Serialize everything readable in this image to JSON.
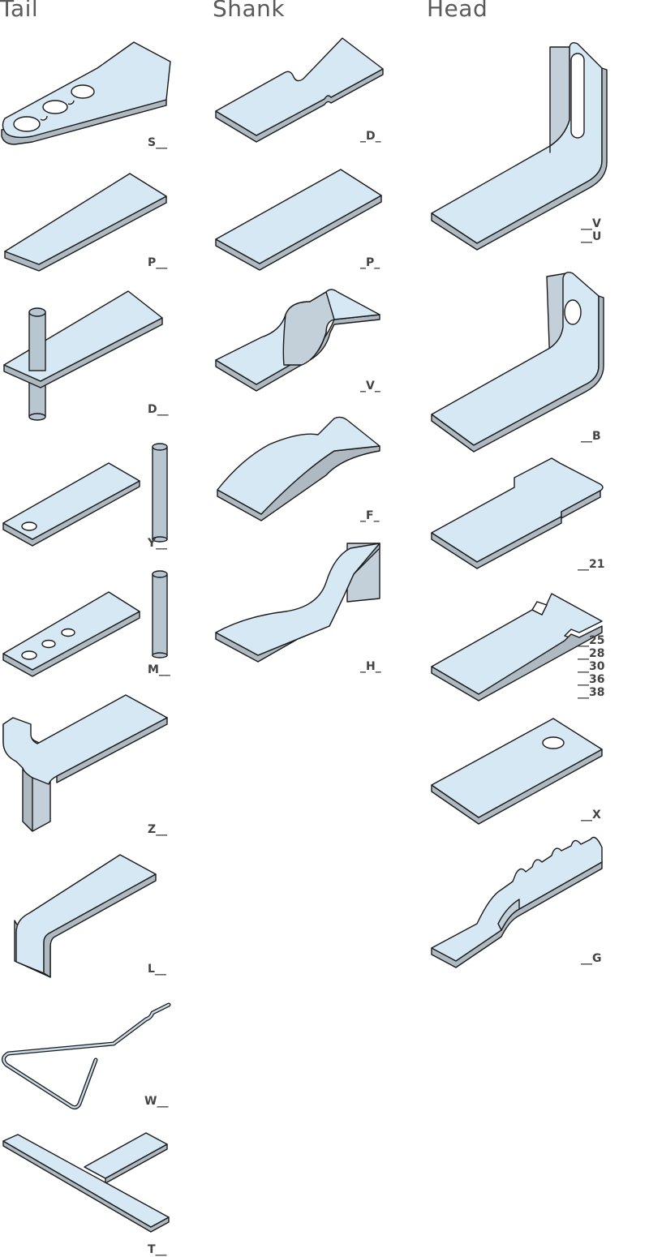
{
  "columns": {
    "tail": "Tail",
    "shank": "Shank",
    "head": "Head"
  },
  "tail_codes": [
    "S__",
    "P__",
    "D__",
    "Y__",
    "M__",
    "Z__",
    "L__",
    "W__",
    "T__"
  ],
  "shank_codes": [
    "_D_",
    "_P_",
    "_V_",
    "_F_",
    "_H_"
  ],
  "head_codes": {
    "vu": [
      "__V",
      "__U"
    ],
    "b": "__B",
    "n21": "__21",
    "slots": [
      "__25",
      "__28",
      "__30",
      "__36",
      "__38"
    ],
    "x": "__X",
    "g": "__G"
  },
  "colors": {
    "metal_top": "#d6e8f4",
    "metal_side": "#aeb9c2",
    "outline": "#1a1a1a",
    "heading": "#5a5a5a"
  }
}
